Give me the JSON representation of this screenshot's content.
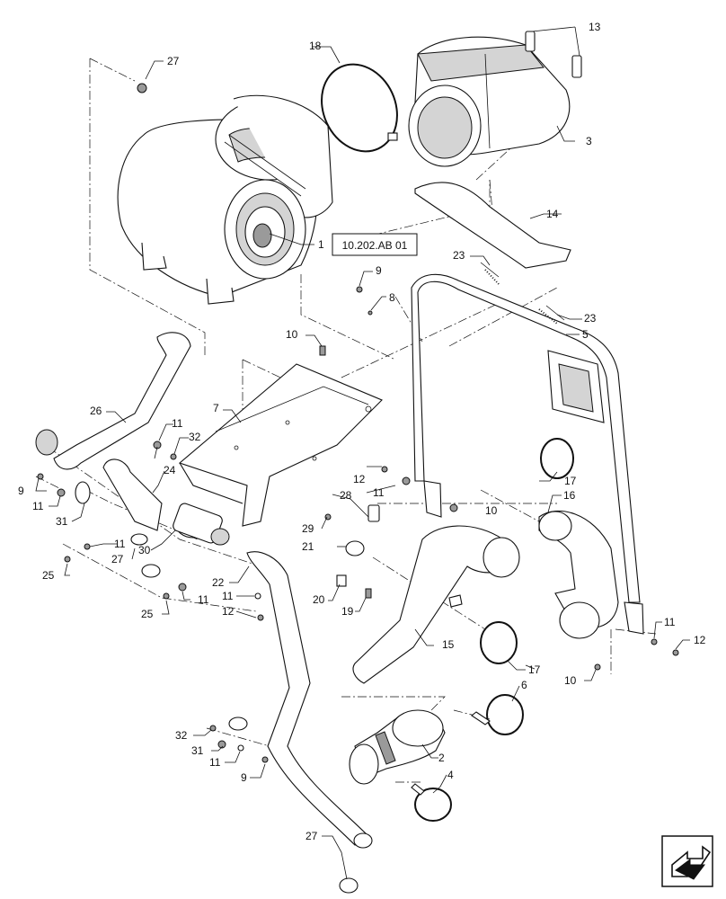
{
  "diagram": {
    "reference_box": "10.202.AB 01",
    "callouts": {
      "c1": "1",
      "c2": "2",
      "c3": "3",
      "c4": "4",
      "c5": "5",
      "c6": "6",
      "c7": "7",
      "c8": "8",
      "c9a": "9",
      "c9b": "9",
      "c9c": "9",
      "c10a": "10",
      "c10b": "10",
      "c10c": "10",
      "c11a": "11",
      "c11b": "11",
      "c11c": "11",
      "c11d": "11",
      "c11e": "11",
      "c11f": "11",
      "c11g": "11",
      "c11h": "11",
      "c12a": "12",
      "c12b": "12",
      "c12c": "12",
      "c13": "13",
      "c14": "14",
      "c15": "15",
      "c16": "16",
      "c17a": "17",
      "c17b": "17",
      "c18": "18",
      "c19": "19",
      "c20": "20",
      "c21": "21",
      "c22": "22",
      "c23a": "23",
      "c23b": "23",
      "c24": "24",
      "c25a": "25",
      "c25b": "25",
      "c26": "26",
      "c27a": "27",
      "c27b": "27",
      "c27c": "27",
      "c28": "28",
      "c29": "29",
      "c30": "30",
      "c31a": "31",
      "c31b": "31",
      "c32a": "32",
      "c32b": "32"
    },
    "nav_icon": "arrow-navigation-icon"
  }
}
